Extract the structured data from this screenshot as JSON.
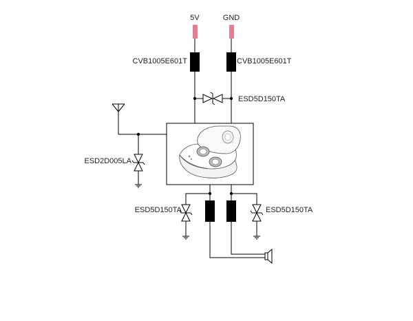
{
  "power": {
    "vcc_label": "5V",
    "gnd_label": "GND"
  },
  "ferrite_beads": {
    "left_label": "CVB1005E601T",
    "right_label": "CVB1005E601T"
  },
  "esd": {
    "top_label": "ESD5D150TA",
    "antenna_label": "ESD2D005LA",
    "bottom_left_label": "ESD5D150TA",
    "bottom_right_label": "ESD5D150TA"
  },
  "colors": {
    "pin": "#e87d8f",
    "wire": "#000000"
  },
  "icons": {
    "antenna": "antenna-icon",
    "speaker": "speaker-icon",
    "device": "earbuds-case-image"
  }
}
